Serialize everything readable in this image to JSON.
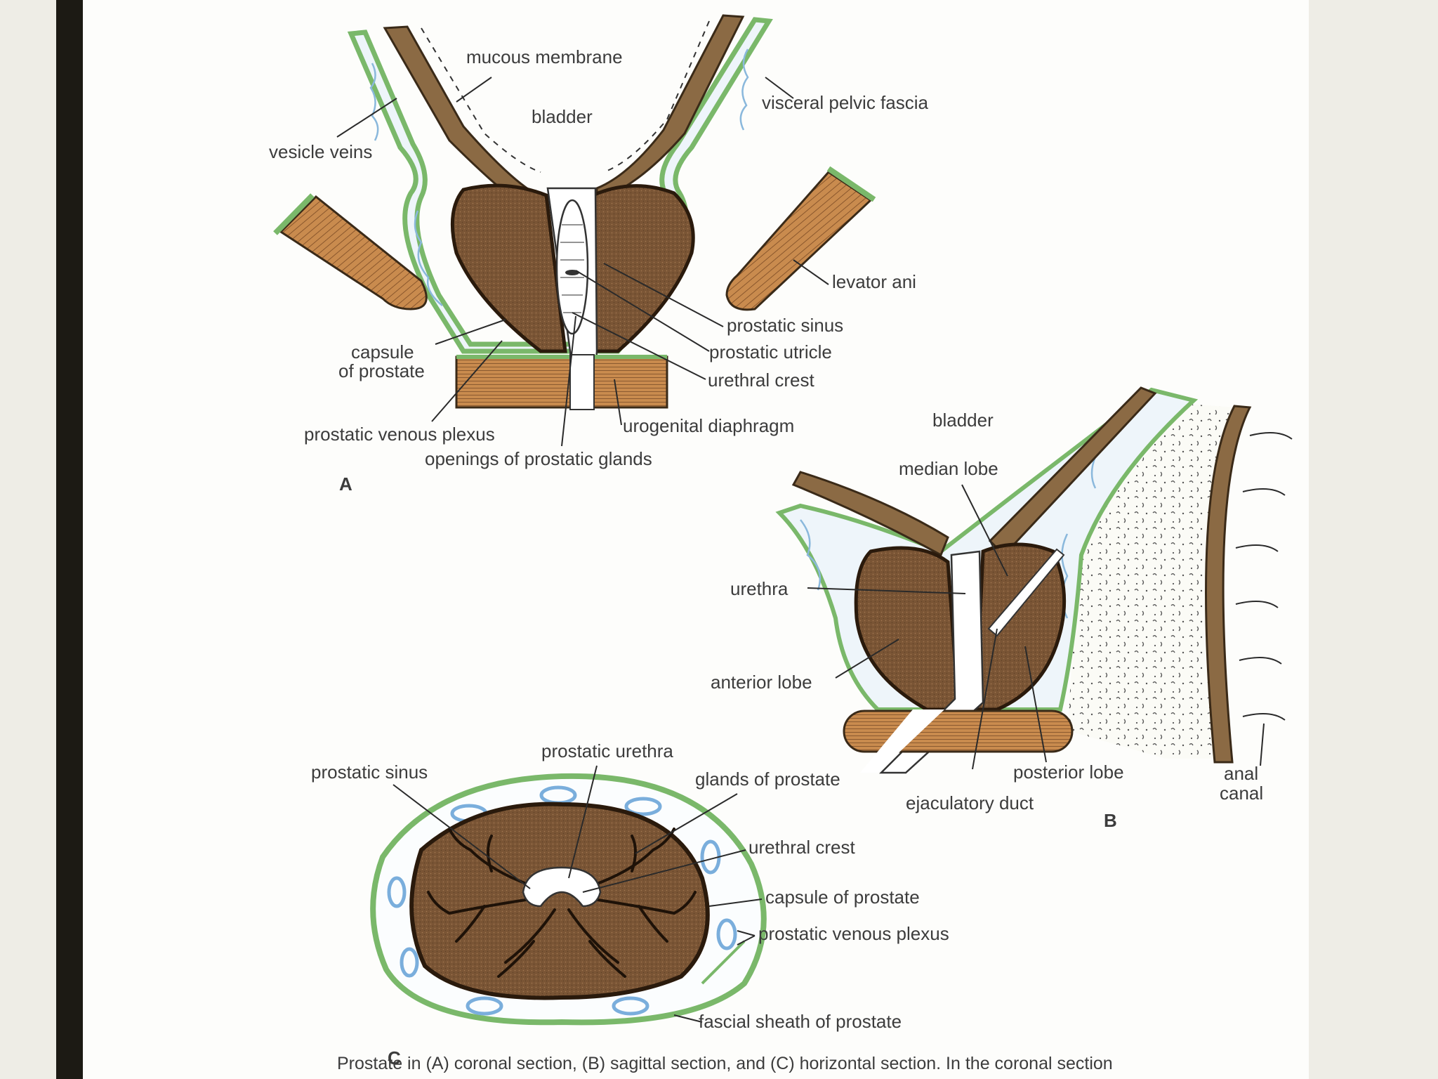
{
  "colors": {
    "background": "#eeede6",
    "page": "#fdfdfb",
    "left_bar": "#1c1a14",
    "prostate": "#7a5535",
    "muscle": "#c98b4e",
    "fascia": "#9fca85",
    "veins": "#8ab8dc",
    "bladder_wall": "#8b6a44",
    "line": "#2a2a2a"
  },
  "panel_a": {
    "letter": "A",
    "labels": {
      "mucous_membrane": "mucous membrane",
      "bladder": "bladder",
      "visceral_pelvic_fascia": "visceral pelvic fascia",
      "vesicle_veins": "vesicle veins",
      "levator_ani": "levator ani",
      "prostatic_sinus": "prostatic sinus",
      "prostatic_utricle": "prostatic utricle",
      "urethral_crest": "urethral crest",
      "capsule_line1": "capsule",
      "capsule_line2": "of prostate",
      "prostatic_venous_plexus": "prostatic venous plexus",
      "urogenital_diaphragm": "urogenital diaphragm",
      "openings_of_prostatic_glands": "openings of prostatic glands"
    }
  },
  "panel_b": {
    "letter": "B",
    "labels": {
      "bladder": "bladder",
      "median_lobe": "median lobe",
      "urethra": "urethra",
      "anterior_lobe": "anterior lobe",
      "posterior_lobe": "posterior lobe",
      "ejaculatory_duct": "ejaculatory duct",
      "anal_line1": "anal",
      "anal_line2": "canal"
    }
  },
  "panel_c": {
    "letter": "C",
    "labels": {
      "prostatic_sinus": "prostatic sinus",
      "prostatic_urethra": "prostatic urethra",
      "glands_of_prostate": "glands of prostate",
      "urethral_crest": "urethral crest",
      "capsule_of_prostate": "capsule of prostate",
      "prostatic_venous_plexus": "prostatic venous plexus",
      "fascial_sheath_of_prostate": "fascial sheath of prostate"
    }
  },
  "caption": "Prostate in (A) coronal section, (B) sagittal section, and (C) horizontal section. In the coronal section"
}
